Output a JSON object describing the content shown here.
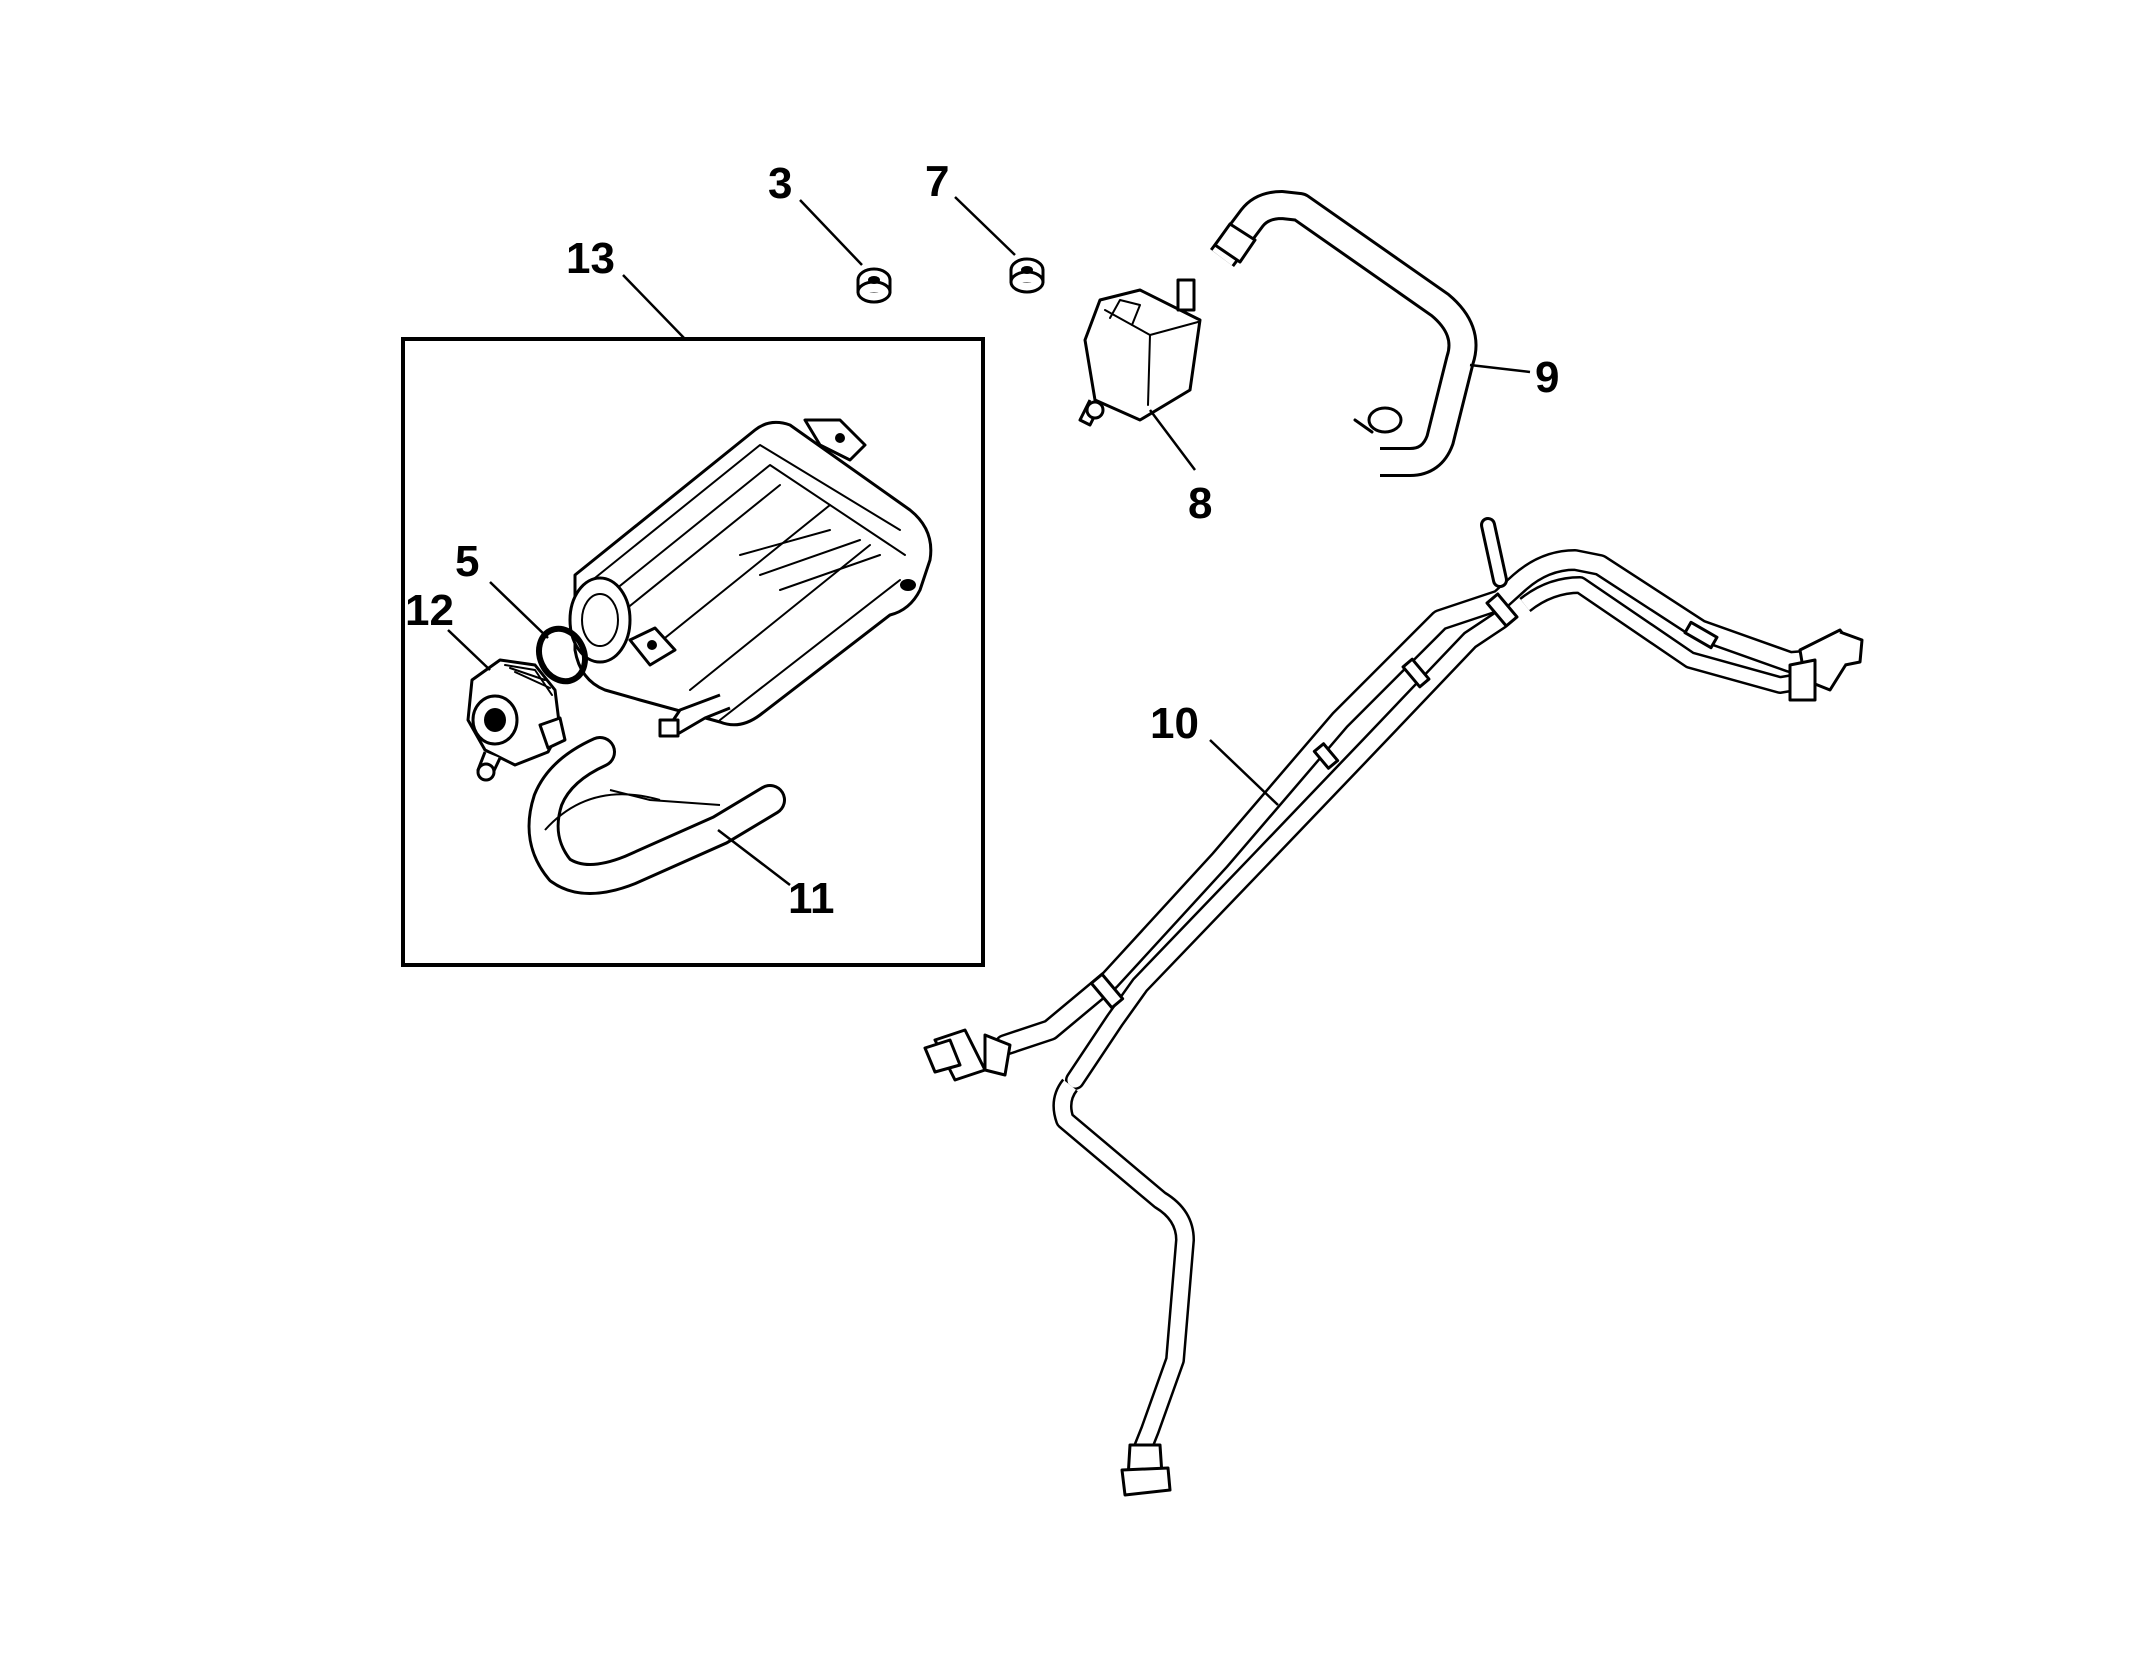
{
  "callouts": {
    "c3": "3",
    "c7": "7",
    "c13": "13",
    "c9": "9",
    "c8": "8",
    "c5": "5",
    "c12": "12",
    "c10": "10",
    "c11": "11"
  },
  "colors": {
    "line": "#000000",
    "background": "#ffffff"
  }
}
